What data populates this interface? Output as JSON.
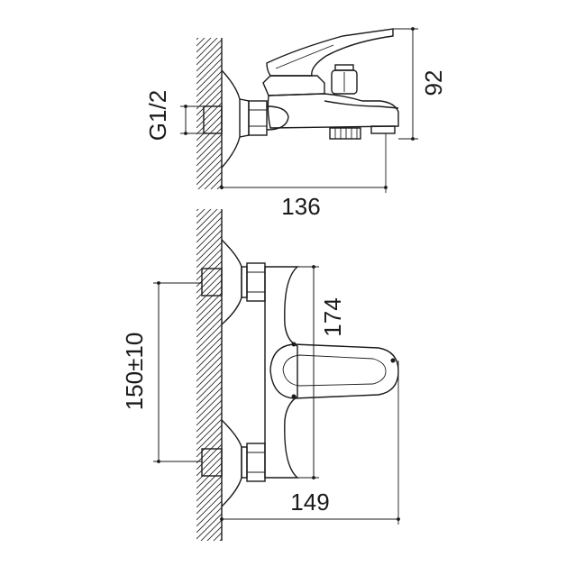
{
  "dimensions": {
    "thread": "G1/2",
    "top_depth": "136",
    "top_height": "92",
    "centers": "150±10",
    "body_height": "174",
    "front_depth": "149"
  }
}
